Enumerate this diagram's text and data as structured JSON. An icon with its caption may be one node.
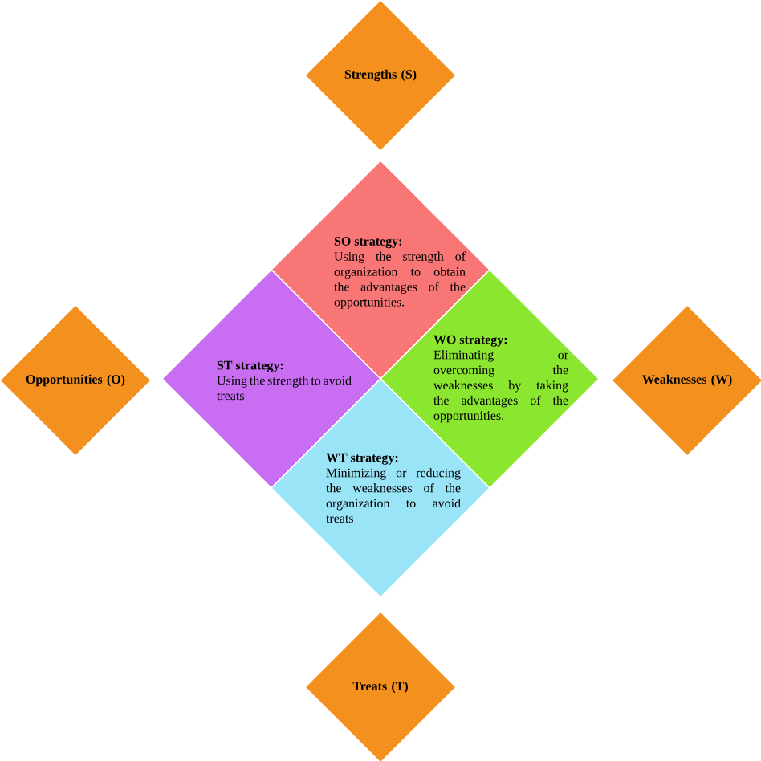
{
  "diagram": {
    "nodes": [
      {
        "text": [
          "Strengths (S)"
        ]
      },
      {
        "text": [
          "SO strategy:",
          "Using the strength of organization to obtain the advantages of the opportunities."
        ]
      },
      {
        "text": [
          "Opportunities (O)"
        ]
      },
      {
        "text": [
          "ST strategy:",
          "Using the strength to avoid treats"
        ]
      },
      {
        "text": [
          "WO strategy:",
          "Eliminating or overcoming the weaknesses by taking the advantages of the opportunities."
        ]
      },
      {
        "text": [
          "Weaknesses (W)"
        ]
      },
      {
        "text": [
          "WT strategy:",
          "Minimizing or reducing the weaknesses of the organization to avoid treats"
        ]
      },
      {
        "text": [
          "Treats (T)"
        ]
      }
    ]
  }
}
